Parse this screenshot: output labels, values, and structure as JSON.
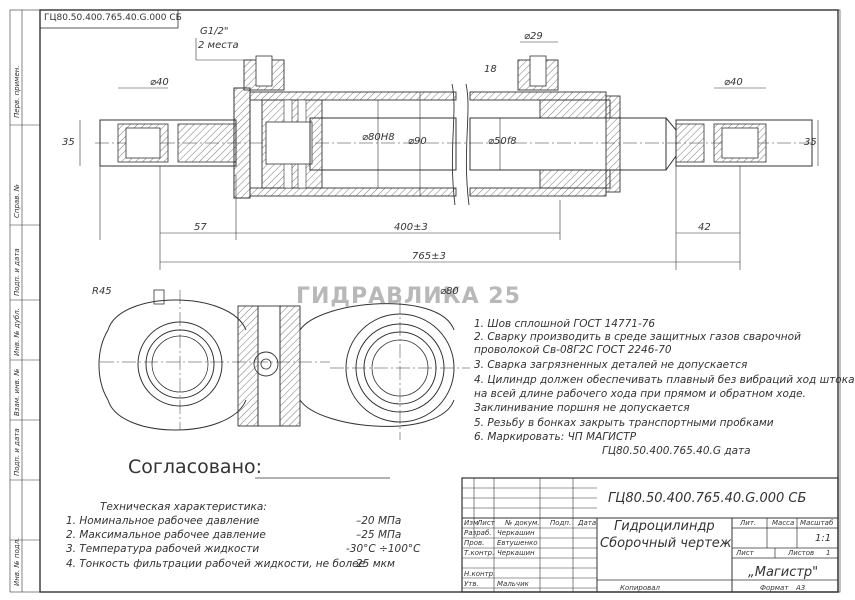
{
  "drawing": {
    "vertical_code": "ГЦ80.50.400.765.40.G.000 СБ",
    "watermark": "ГИДРАВЛИКА 25",
    "dimensions": {
      "thread": "G1/2\"",
      "thread_qty": "2 места",
      "d29": "⌀29",
      "d18": "18",
      "d40_left": "⌀40",
      "d40_right": "⌀40",
      "h35_left": "35",
      "h35_right": "35",
      "bore": "⌀80Н8",
      "tube": "⌀90",
      "rod": "⌀50f8",
      "len57": "57",
      "stroke": "400±3",
      "len42": "42",
      "total": "765±3",
      "r45": "R45",
      "d80_eye": "⌀80"
    },
    "notes": [
      "1. Шов сплошной  ГОСТ 14771-76",
      "2. Сварку производить  в среде  защитных  газов  сварочной",
      "проволокой Св-08Г2С   ГОСТ 2246-70",
      "3. Сварка загрязненных деталей не допускается",
      "4. Цилиндр должен обеспечивать плавный без вибраций ход штока",
      "на  всей  длине  рабочего хода  при  прямом  и  обратном  ходе.",
      "Заклинивание поршня не допускается",
      "5. Резьбу в бонках закрыть транспортными пробками",
      "6.  Маркировать:           ЧП МАГИСТР",
      "ГЦ80.50.400.765.40.G       дата"
    ],
    "approved": "Согласовано:",
    "specs": {
      "title": "Техническая характеристика:",
      "rows": [
        {
          "label": "1.  Номинальное рабочее давление",
          "value": "–20 МПа"
        },
        {
          "label": "2.  Максимальное рабочее давление",
          "value": "–25 МПа"
        },
        {
          "label": "3.  Температура рабочей жидкости",
          "value": "-30°C ÷100°C"
        },
        {
          "label": "4.  Тонкость фильтрации рабочей жидкости, не более",
          "value": "25 мкм"
        }
      ]
    },
    "stamp": {
      "code": "ГЦ80.50.400.765.40.G.000 СБ",
      "name": "Гидроцилиндр",
      "doc_type": "Сборочный чертеж",
      "lit": "Лит.",
      "mass": "Масса",
      "scale": "Масштаб",
      "scale_value": "1:1",
      "sheet": "Лист",
      "sheets": "Листов",
      "sheets_value": "1",
      "company": "„Магистр\"",
      "copied": "Копировал",
      "format": "Формат",
      "format_value": "А3",
      "cols": [
        "Изм",
        "Лист",
        "№ докум.",
        "Подп.",
        "Дата"
      ],
      "roles": [
        {
          "role": "Разраб.",
          "name": "Черкашин"
        },
        {
          "role": "Пров.",
          "name": "Евтушенко"
        },
        {
          "role": "Т.контр.",
          "name": "Черкашин"
        },
        {
          "role": "Н.контр.",
          "name": ""
        },
        {
          "role": "Утв.",
          "name": "Мальчик"
        }
      ]
    },
    "side_labels": [
      "Перв. примен.",
      "Справ. №",
      "Подп. и дата",
      "Инв. № дубл.",
      "Взам. инв. №",
      "Подп. и дата",
      "Инв. № подл."
    ]
  }
}
